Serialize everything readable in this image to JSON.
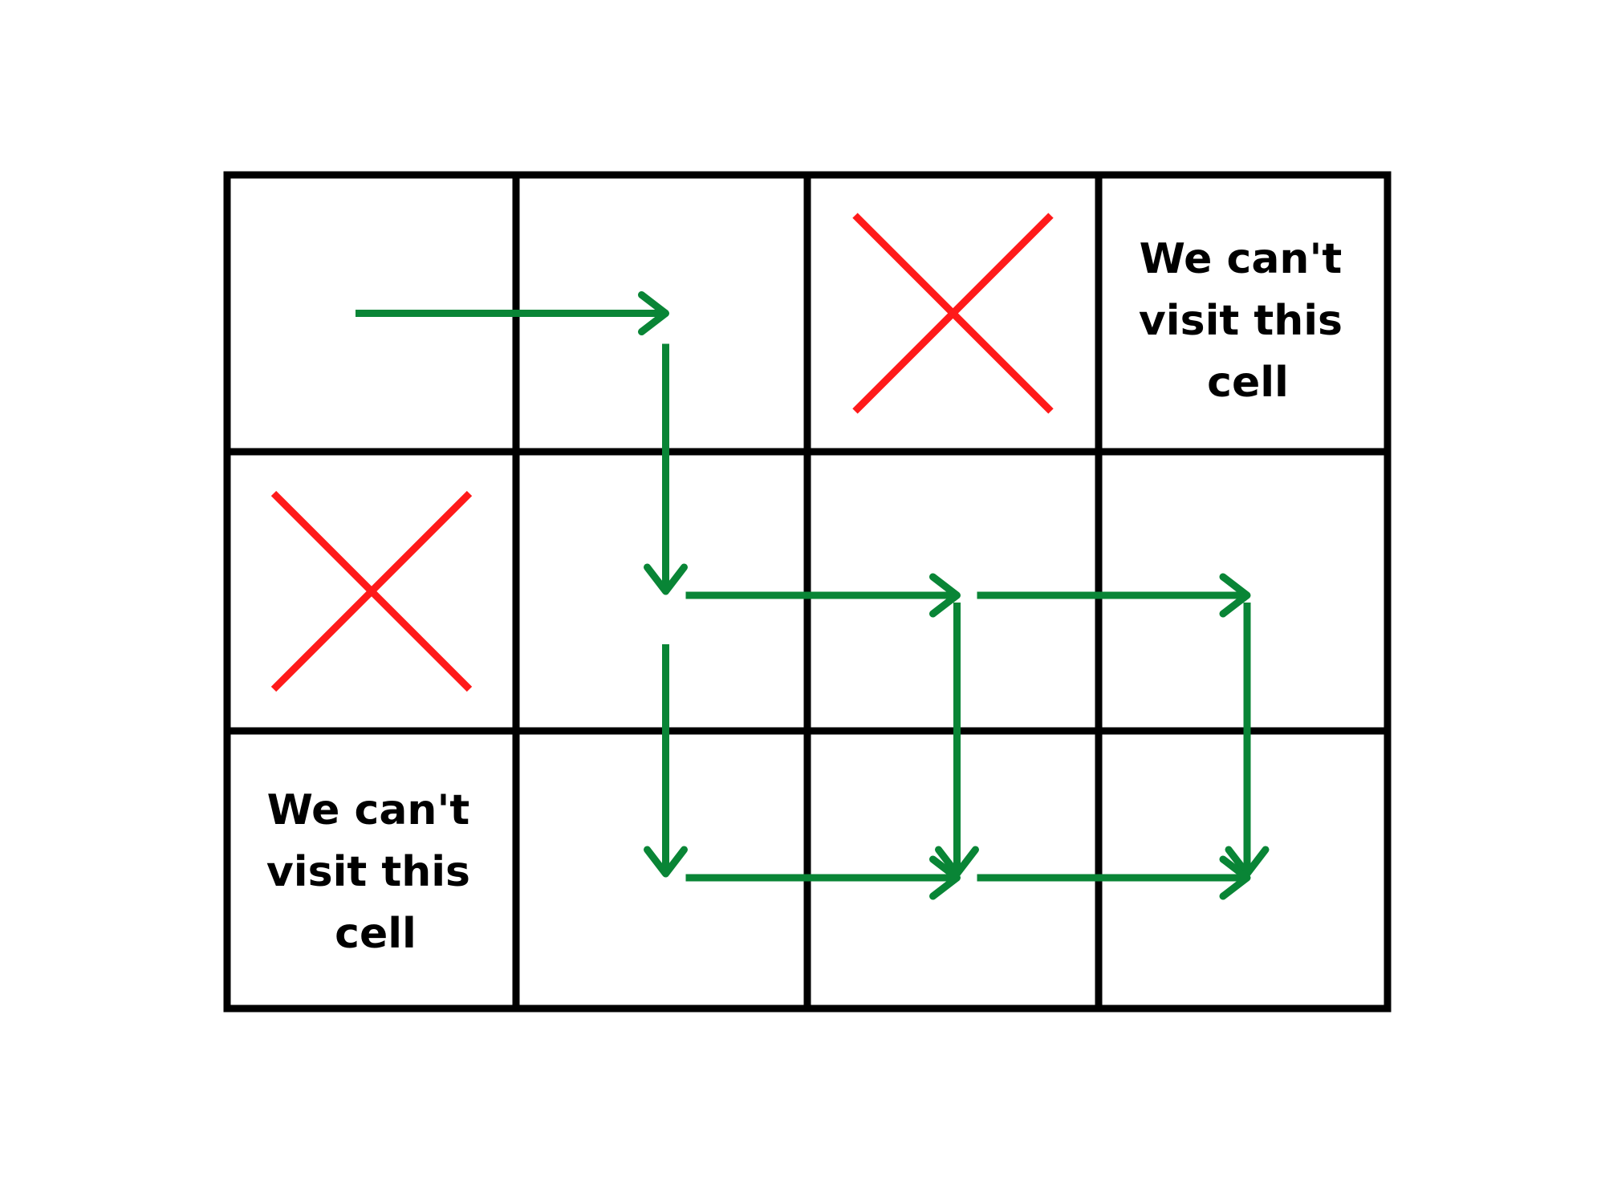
{
  "grid": {
    "rows": 3,
    "cols": 4,
    "line_color": "#000000",
    "blocked_marker_color": "#ff1a1a",
    "arrow_color": "#098536"
  },
  "blocked_cells": [
    {
      "row": 0,
      "col": 2
    },
    {
      "row": 1,
      "col": 0
    }
  ],
  "notes": {
    "top_right": {
      "lines": [
        "We can't",
        "visit this",
        "cell"
      ]
    },
    "bottom_left": {
      "lines": [
        "We can't",
        "visit this",
        "cell"
      ]
    }
  },
  "moves": [
    {
      "from": [
        0,
        0
      ],
      "to": [
        0,
        1
      ],
      "direction": "right"
    },
    {
      "from": [
        0,
        1
      ],
      "to": [
        1,
        1
      ],
      "direction": "down"
    },
    {
      "from": [
        1,
        1
      ],
      "to": [
        1,
        2
      ],
      "direction": "right"
    },
    {
      "from": [
        1,
        1
      ],
      "to": [
        2,
        1
      ],
      "direction": "down"
    },
    {
      "from": [
        1,
        2
      ],
      "to": [
        1,
        3
      ],
      "direction": "right"
    },
    {
      "from": [
        1,
        2
      ],
      "to": [
        2,
        2
      ],
      "direction": "down"
    },
    {
      "from": [
        1,
        3
      ],
      "to": [
        2,
        3
      ],
      "direction": "down"
    },
    {
      "from": [
        2,
        1
      ],
      "to": [
        2,
        2
      ],
      "direction": "right"
    },
    {
      "from": [
        2,
        2
      ],
      "to": [
        2,
        3
      ],
      "direction": "right"
    }
  ]
}
